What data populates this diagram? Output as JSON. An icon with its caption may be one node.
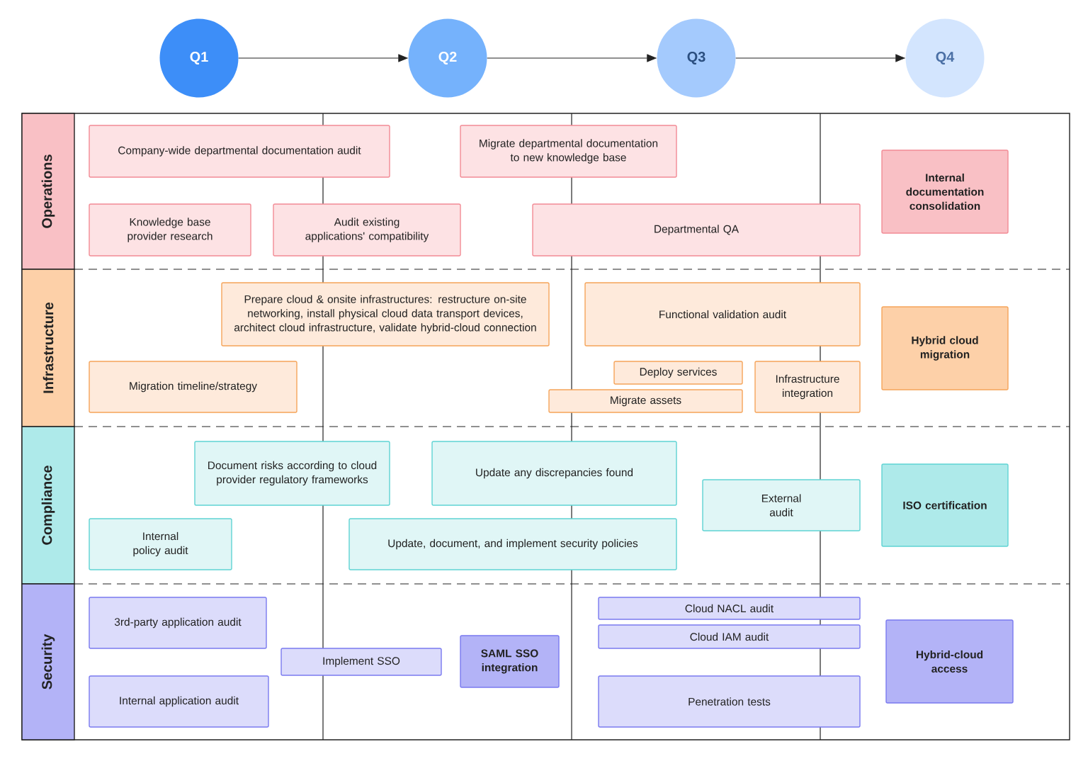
{
  "diagram": {
    "nodes": [
      {
        "text": [
          "Q1"
        ]
      },
      {
        "text": [
          "Q2"
        ]
      },
      {
        "text": [
          "Q3"
        ]
      },
      {
        "text": [
          "Q4"
        ]
      },
      {
        "text": [
          "Operations"
        ]
      },
      {
        "text": [
          "Infrastructure"
        ]
      },
      {
        "text": [
          "Compliance"
        ]
      },
      {
        "text": [
          "Security"
        ]
      },
      {
        "text": [
          "Company-wide departmental documentation audit"
        ]
      },
      {
        "text": [
          "Migrate departmental documentation to new knowledge base"
        ]
      },
      {
        "text": [
          "Internal documentation consolidation"
        ]
      },
      {
        "text": [
          "Knowledge base provider research"
        ]
      },
      {
        "text": [
          "Audit existing applications' compatibility"
        ]
      },
      {
        "text": [
          "Departmental QA"
        ]
      },
      {
        "text": [
          "Prepare cloud & onsite infrastructures: restructure on-site networking, install physical cloud data transport devices, architect cloud infrastructure, validate hybrid-cloud connection"
        ]
      },
      {
        "text": [
          "Functional validation audit"
        ]
      },
      {
        "text": [
          "Hybrid cloud migration"
        ]
      },
      {
        "text": [
          "Migration timeline/strategy"
        ]
      },
      {
        "text": [
          "Deploy services"
        ]
      },
      {
        "text": [
          "Infrastructure integration"
        ]
      },
      {
        "text": [
          "Migrate assets"
        ]
      },
      {
        "text": [
          "Document risks according to cloud provider regulatory frameworks"
        ]
      },
      {
        "text": [
          "Update any discrepancies found"
        ]
      },
      {
        "text": [
          "ISO certification"
        ]
      },
      {
        "text": [
          "External audit"
        ]
      },
      {
        "text": [
          "Internal policy audit"
        ]
      },
      {
        "text": [
          "Update, document, and implement security policies"
        ]
      },
      {
        "text": [
          "3rd-party application audit"
        ]
      },
      {
        "text": [
          "Cloud NACL audit"
        ]
      },
      {
        "text": [
          "Cloud IAM audit"
        ]
      },
      {
        "text": [
          "Hybrid-cloud access"
        ]
      },
      {
        "text": [
          "Implement SSO"
        ]
      },
      {
        "text": [
          "SAML SSO integration"
        ]
      },
      {
        "text": [
          "Penetration tests"
        ]
      },
      {
        "text": [
          "Internal application audit"
        ]
      }
    ],
    "edges": [
      {
        "from": 0,
        "to": 1,
        "arrow": "to"
      },
      {
        "from": 1,
        "to": 2,
        "arrow": "to"
      },
      {
        "from": 2,
        "to": 3,
        "arrow": "to"
      }
    ]
  }
}
